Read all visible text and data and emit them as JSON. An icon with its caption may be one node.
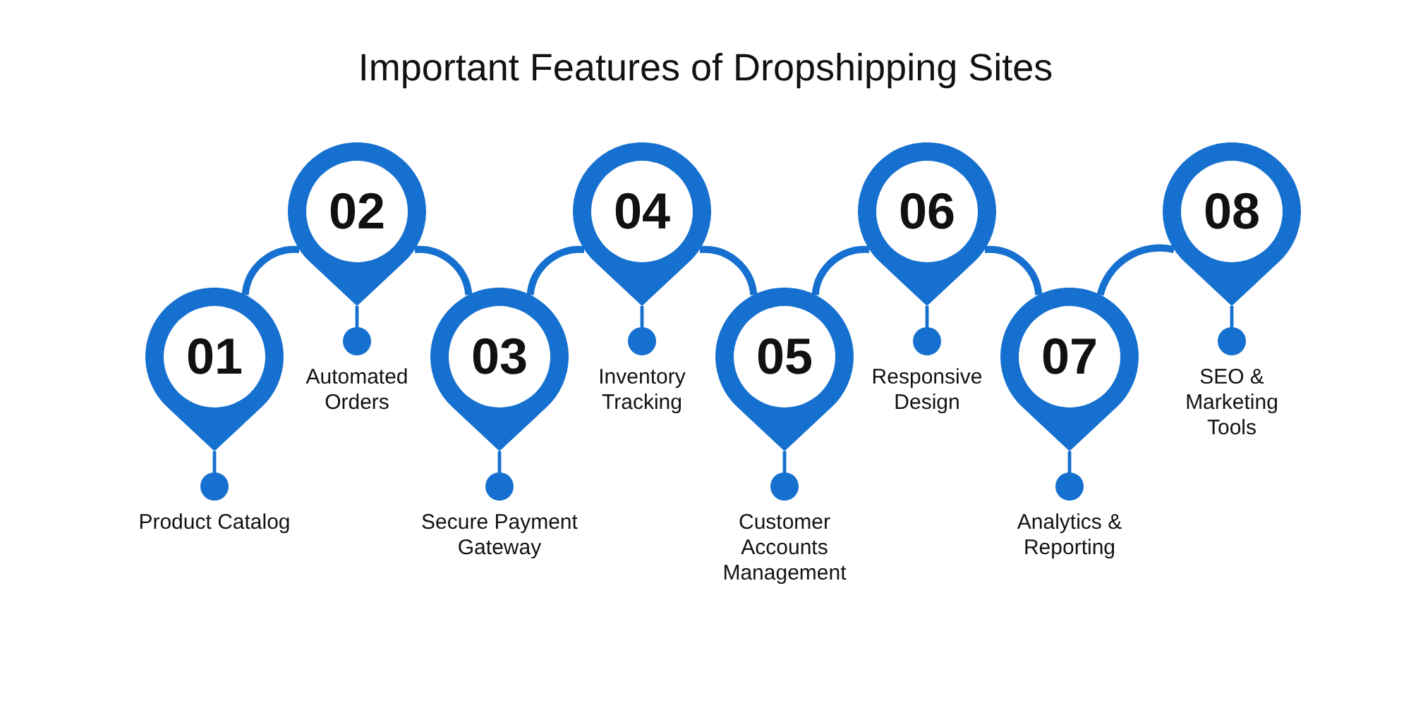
{
  "diagram": {
    "title": "Important Features of Dropshipping Sites",
    "nodes": [
      {
        "text": [
          "01"
        ]
      },
      {
        "text": [
          "Product Catalog"
        ]
      },
      {
        "text": [
          "02"
        ]
      },
      {
        "text": [
          "Automated Orders"
        ]
      },
      {
        "text": [
          "03"
        ]
      },
      {
        "text": [
          "Secure Payment Gateway"
        ]
      },
      {
        "text": [
          "04"
        ]
      },
      {
        "text": [
          "Inventory Tracking"
        ]
      },
      {
        "text": [
          "05"
        ]
      },
      {
        "text": [
          "Customer Accounts Management"
        ]
      },
      {
        "text": [
          "06"
        ]
      },
      {
        "text": [
          "Responsive Design"
        ]
      },
      {
        "text": [
          "07"
        ]
      },
      {
        "text": [
          "Analytics & Reporting"
        ]
      },
      {
        "text": [
          "08"
        ]
      },
      {
        "text": [
          "SEO & Marketing Tools"
        ]
      }
    ],
    "edges": [
      {
        "from": 0,
        "to": 1,
        "arrow": "other"
      },
      {
        "from": 0,
        "to": 2,
        "arrow": "none",
        "style": "thick"
      },
      {
        "from": 2,
        "to": 3,
        "arrow": "other"
      },
      {
        "from": 2,
        "to": 4,
        "arrow": "none",
        "style": "thick"
      },
      {
        "from": 4,
        "to": 5,
        "arrow": "other"
      },
      {
        "from": 4,
        "to": 6,
        "arrow": "none",
        "style": "thick"
      },
      {
        "from": 6,
        "to": 7,
        "arrow": "other"
      },
      {
        "from": 6,
        "to": 8,
        "arrow": "none",
        "style": "thick"
      },
      {
        "from": 8,
        "to": 9,
        "arrow": "other"
      },
      {
        "from": 8,
        "to": 10,
        "arrow": "none",
        "style": "thick"
      },
      {
        "from": 10,
        "to": 11,
        "arrow": "other"
      },
      {
        "from": 10,
        "to": 12,
        "arrow": "none",
        "style": "thick"
      },
      {
        "from": 12,
        "to": 13,
        "arrow": "other"
      },
      {
        "from": 12,
        "to": 14,
        "arrow": "none",
        "style": "thick"
      },
      {
        "from": 14,
        "to": 15,
        "arrow": "other"
      }
    ]
  }
}
